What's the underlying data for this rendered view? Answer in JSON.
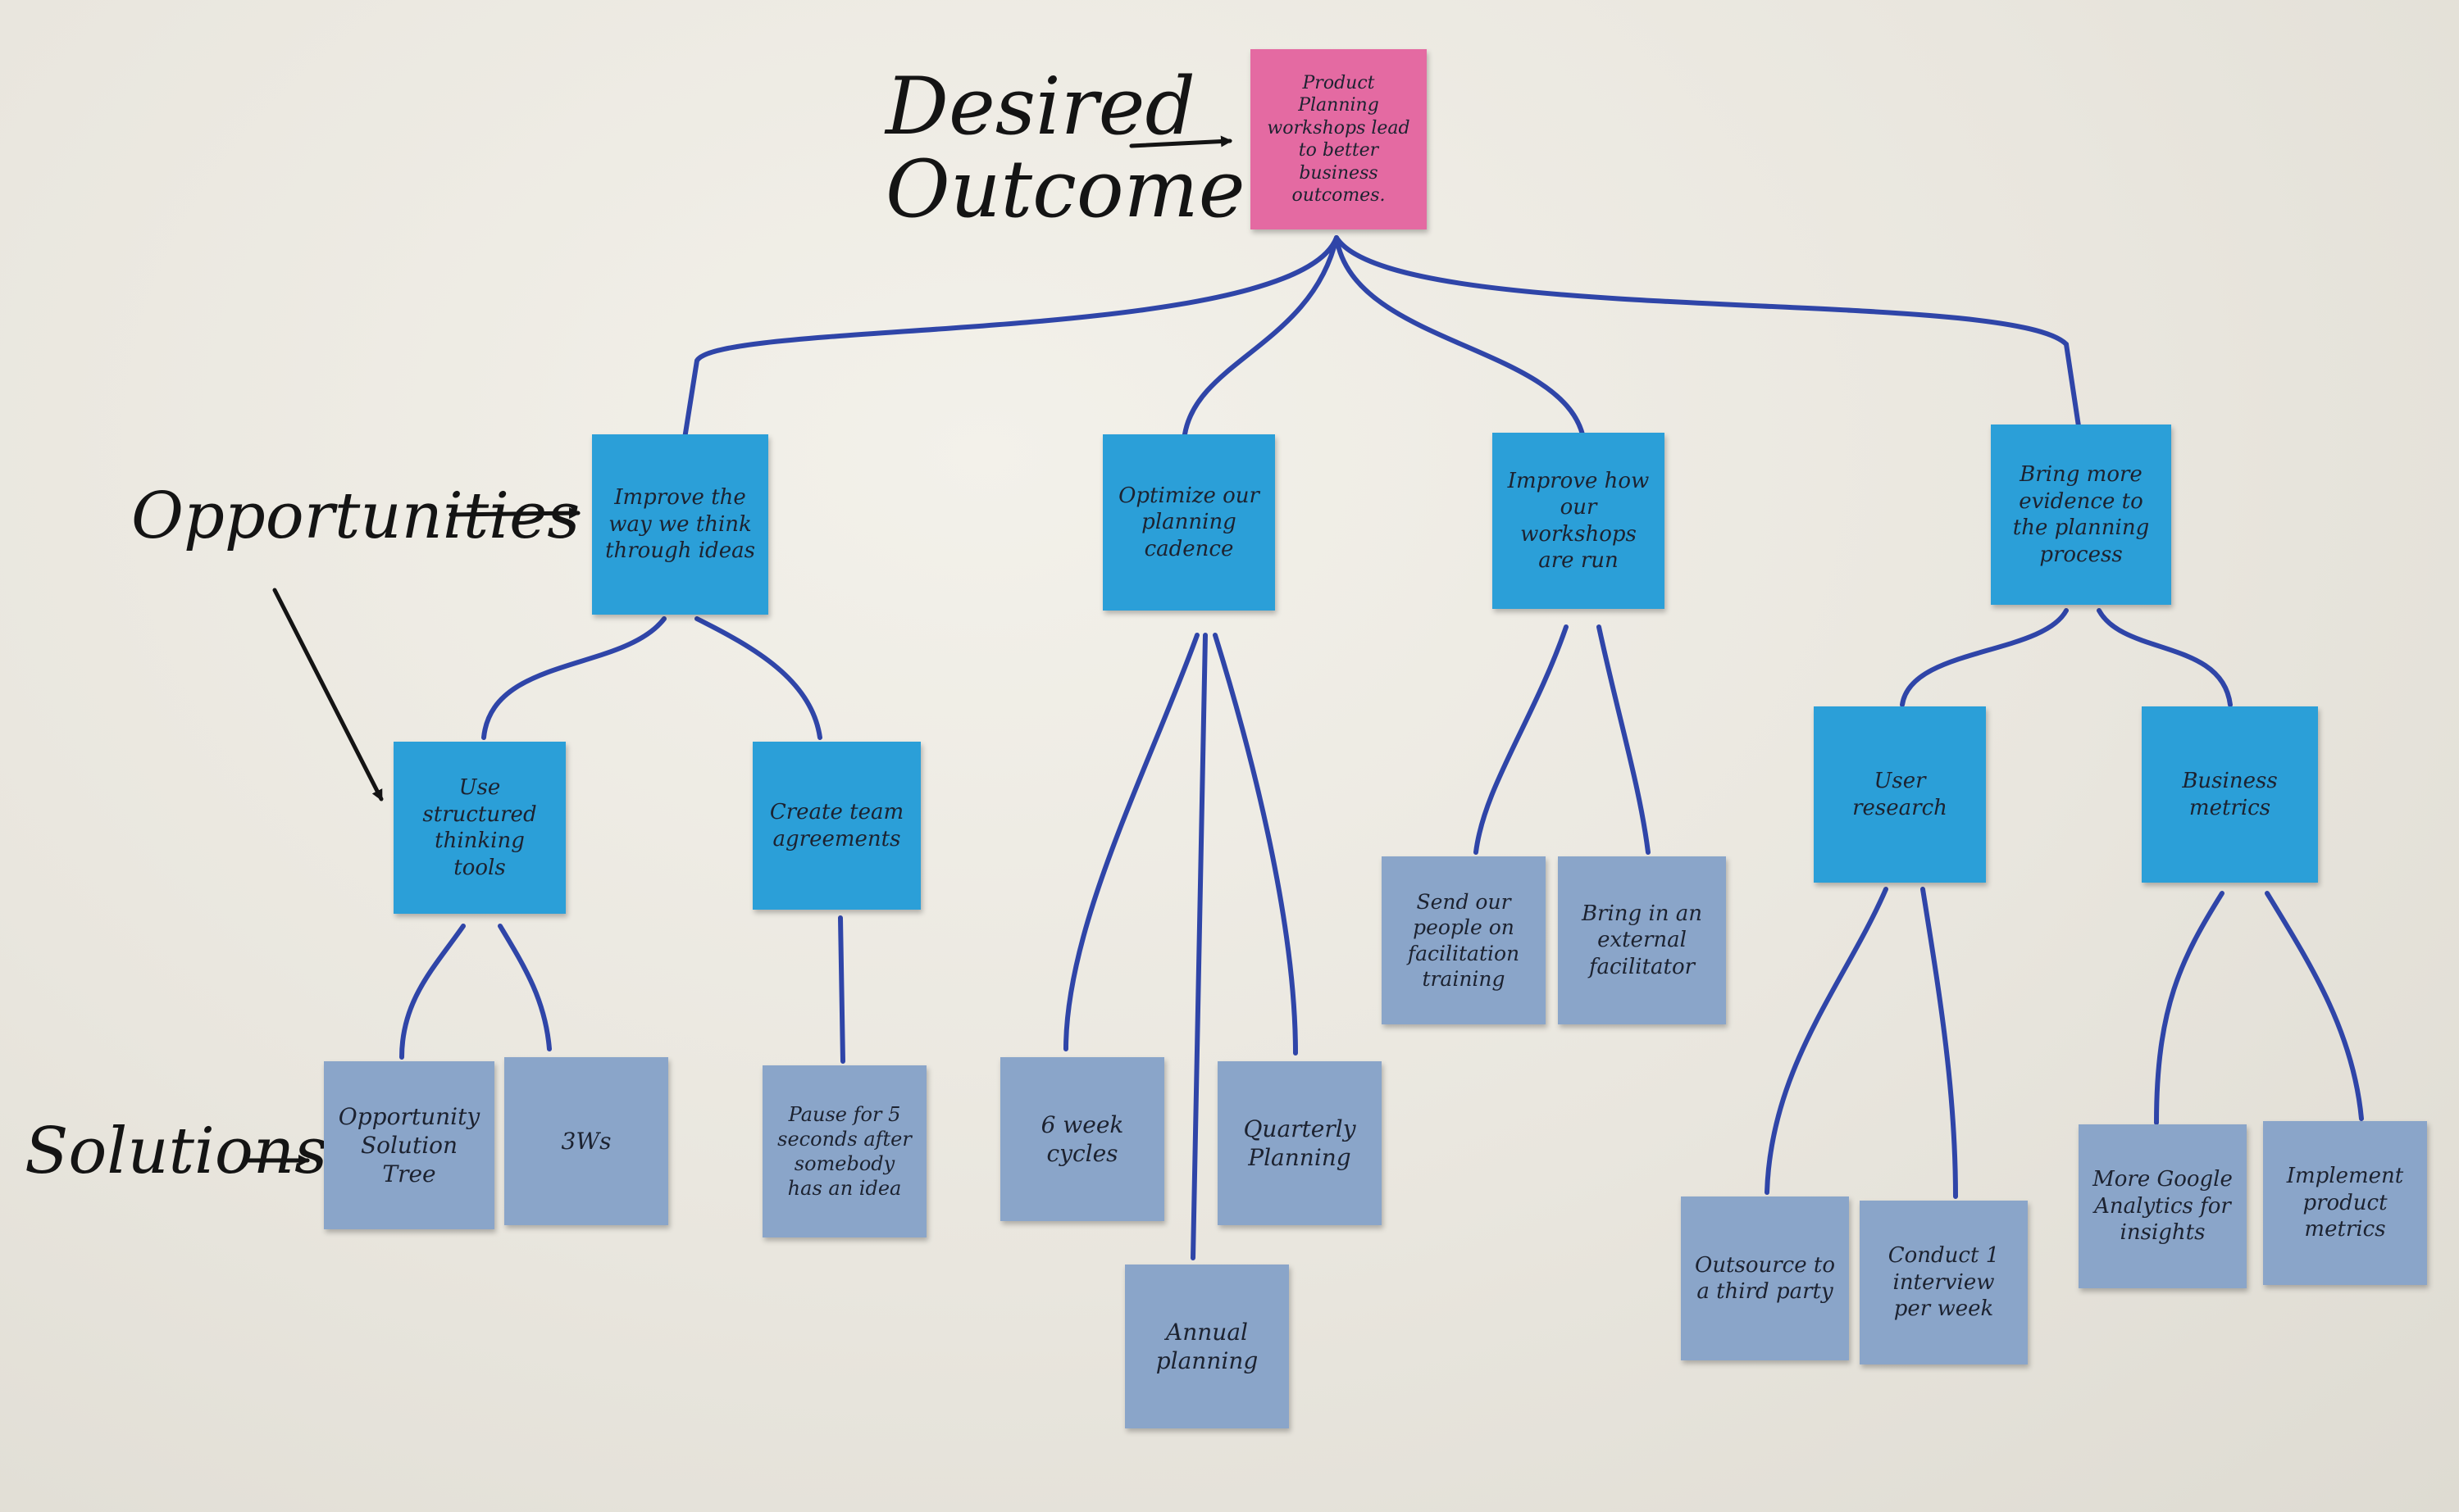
{
  "labels": {
    "desired_outcome_line1": "Desired",
    "desired_outcome_line2": "Outcome",
    "opportunities": "Opportunities",
    "solutions": "Solutions"
  },
  "outcome": {
    "text": "Product Planning workshops lead to better business outcomes."
  },
  "opportunities": {
    "thinking": "Improve the way we think through ideas",
    "cadence": "Optimize our planning cadence",
    "workshops": "Improve how our workshops are run",
    "evidence": "Bring more evidence to the planning process",
    "structured": "Use structured thinking tools",
    "agreements": "Create team agreements",
    "user_research": "User research",
    "business_metrics": "Business metrics"
  },
  "solutions": {
    "ost": "Opportunity Solution Tree",
    "three_ws": "3Ws",
    "pause": "Pause for 5 seconds after somebody has an idea",
    "six_week": "6 week cycles",
    "annual": "Annual planning",
    "quarterly": "Quarterly Planning",
    "facilitation": "Send our people on facilitation training",
    "external": "Bring in an external facilitator",
    "outsource": "Outsource to a third party",
    "interview": "Conduct 1 interview per week",
    "analytics": "More Google Analytics for insights",
    "product_metrics": "Implement product metrics"
  },
  "colors": {
    "outcome_note": "#e46aa2",
    "opportunity_note": "#2b9fd8",
    "solution_note": "#8aa5c9",
    "connector": "#2f45a8",
    "ink": "#141414"
  }
}
